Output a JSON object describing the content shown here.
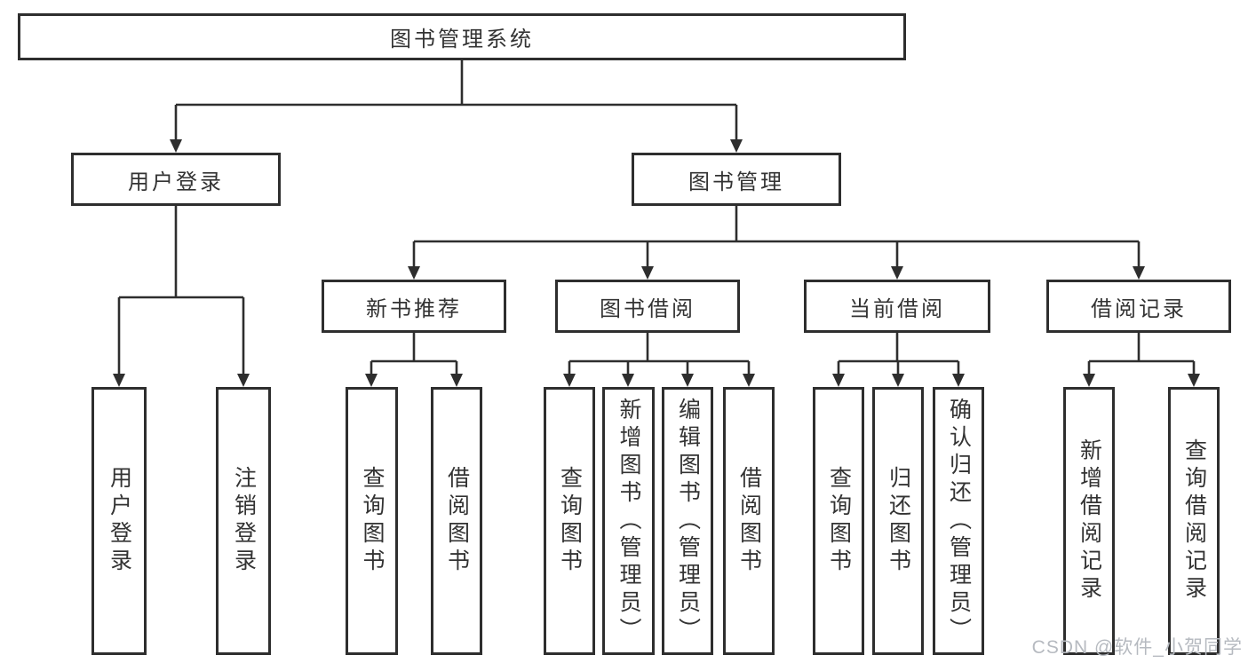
{
  "diagram": {
    "root": {
      "label": "图书管理系统"
    },
    "branches": [
      {
        "id": "user-login",
        "label": "用户登录",
        "children": [
          {
            "label": "用户登录"
          },
          {
            "label": "注销登录"
          }
        ]
      },
      {
        "id": "book-management",
        "label": "图书管理",
        "children": [
          {
            "label": "新书推荐",
            "children": [
              {
                "label": "查询图书"
              },
              {
                "label": "借阅图书"
              }
            ]
          },
          {
            "label": "图书借阅",
            "children": [
              {
                "label": "查询图书"
              },
              {
                "label": "新增图书（管理员）"
              },
              {
                "label": "编辑图书（管理员）"
              },
              {
                "label": "借阅图书"
              }
            ]
          },
          {
            "label": "当前借阅",
            "children": [
              {
                "label": "查询图书"
              },
              {
                "label": "归还图书"
              },
              {
                "label": "确认归还（管理员）"
              }
            ]
          },
          {
            "label": "借阅记录",
            "children": [
              {
                "label": "新增借阅记录"
              },
              {
                "label": "查询借阅记录"
              }
            ]
          }
        ]
      }
    ]
  },
  "watermark": {
    "text": "CSDN @软件_小贺同学"
  },
  "colors": {
    "line": "#2e2e2e",
    "box_border": "#2e2e2e",
    "box_bg": "#ffffff",
    "text": "#333333",
    "watermark": "#b6bac0"
  }
}
